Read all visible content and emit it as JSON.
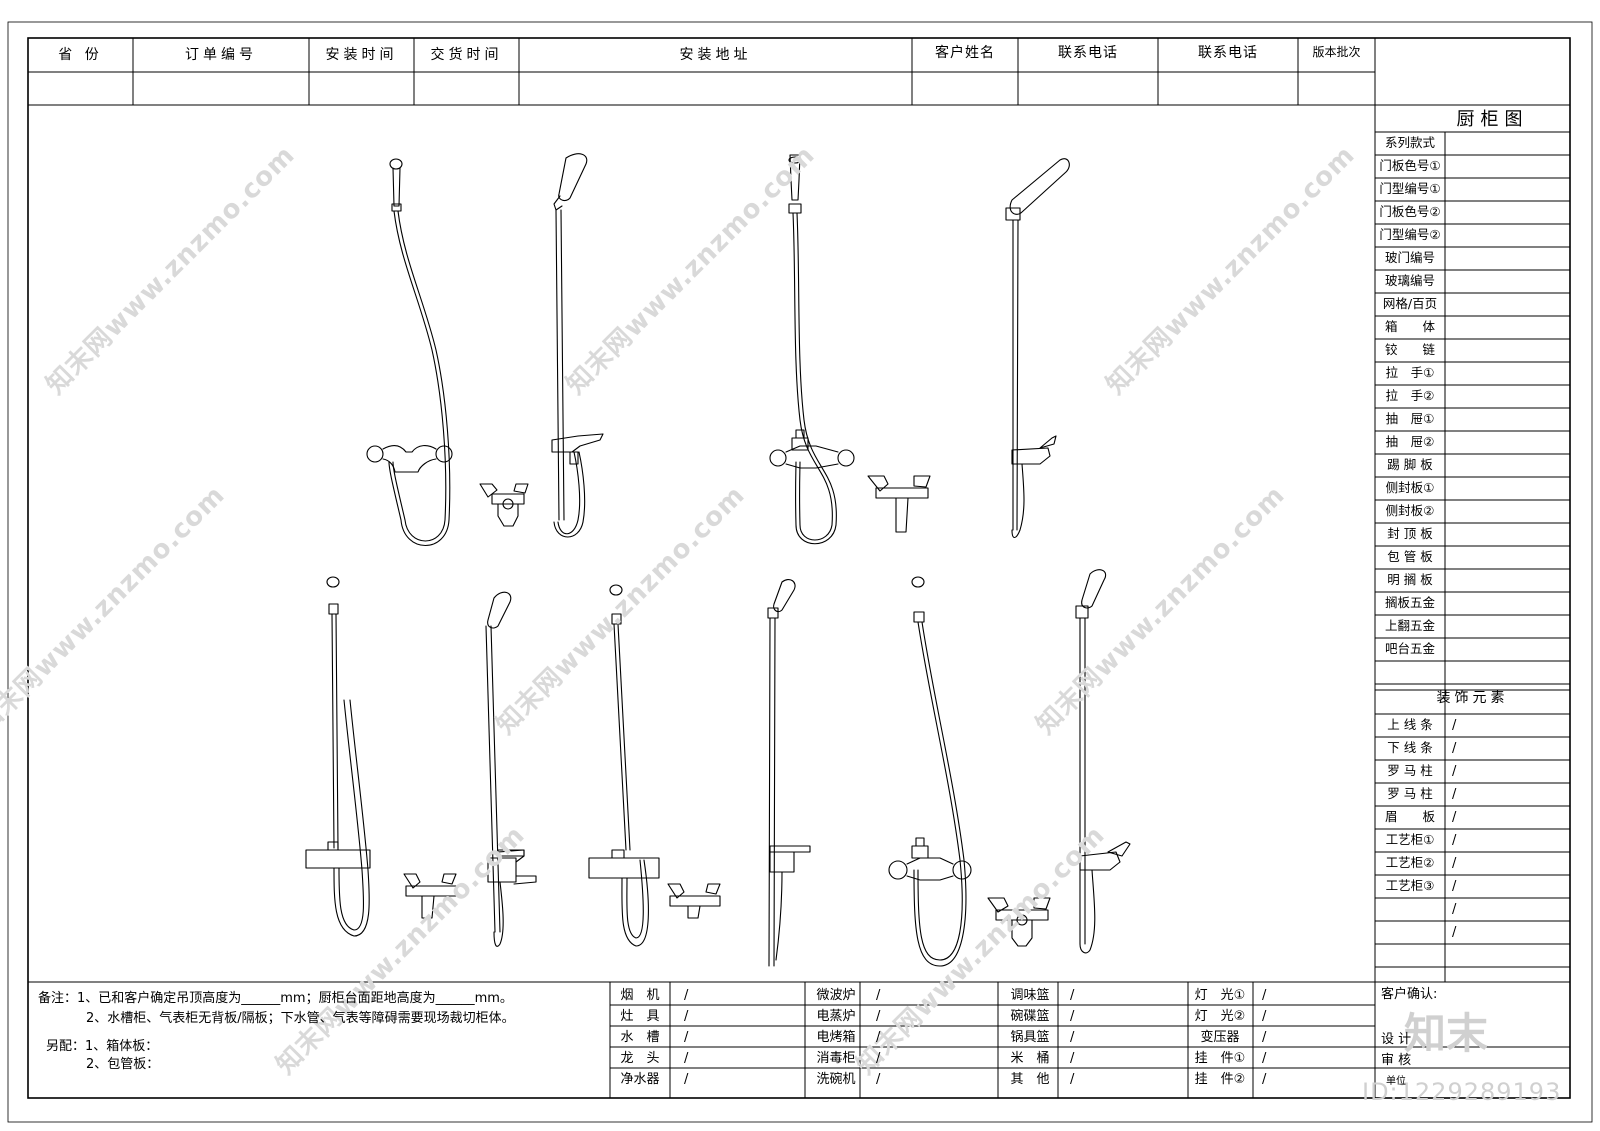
{
  "header": {
    "columns": [
      "省 份",
      "订单编号",
      "安装时间",
      "交货时间",
      "安装地址",
      "客户姓名",
      "联系电话",
      "联系电话",
      "版本批次"
    ]
  },
  "right_panel": {
    "title": "厨柜图",
    "items": [
      "系列款式",
      "门板色号①",
      "门型编号①",
      "门板色号②",
      "门型编号②",
      "玻门编号",
      "玻璃编号",
      "网格/百页",
      "箱　　体",
      "铰　　链",
      "拉　手①",
      "拉　手②",
      "抽　屉①",
      "抽　屉②",
      "踢 脚 板",
      "侧封板①",
      "侧封板②",
      "封 顶 板",
      "包 管 板",
      "明 搁 板",
      "搁板五金",
      "上翻五金",
      "吧台五金"
    ],
    "deco_title": "装饰元素",
    "deco_items": [
      "上 线 条",
      "下 线 条",
      "罗 马 柱",
      "罗 马 柱",
      "眉　　板",
      "工艺柜①",
      "工艺柜②",
      "工艺柜③"
    ],
    "slash": "/",
    "customer_confirm": "客户确认:",
    "design": "设 计",
    "review": "审 核",
    "unit": "单位"
  },
  "notes": {
    "line1": "备注：1、已和客户确定吊顶高度为______mm；厨柜台面距地高度为______mm。",
    "line2": "2、水槽柜、气表柜无背板/隔板；下水管、气表等障碍需要现场裁切柜体。",
    "line3": "另配：1、箱体板：",
    "line4": "2、包管板："
  },
  "appliances": {
    "col1": [
      "烟　机",
      "灶　具",
      "水　槽",
      "龙　头",
      "净水器"
    ],
    "col2": [
      "微波炉",
      "电蒸炉",
      "电烤箱",
      "消毒柜",
      "洗碗机"
    ],
    "col3": [
      "调味篮",
      "碗碟篮",
      "锅具篮",
      "米　桶",
      "其　他"
    ],
    "col4": [
      "灯　光①",
      "灯　光②",
      "变压器",
      "挂　件①",
      "挂　件②"
    ],
    "slash": "/"
  },
  "watermarks": {
    "text": "知末网www.znzmo.com",
    "logo": "知末",
    "id": "ID:1229289193"
  }
}
